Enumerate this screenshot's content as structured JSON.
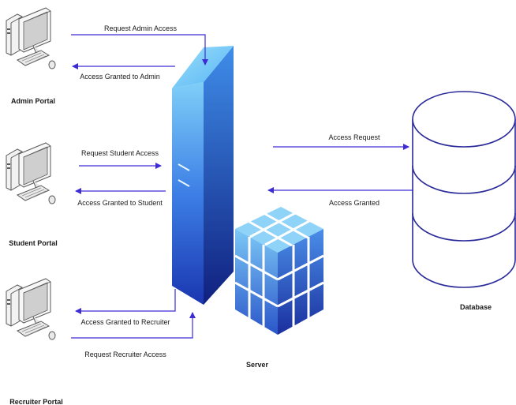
{
  "nodes": {
    "admin_portal": "Admin Portal",
    "student_portal": "Student Portal",
    "recruiter_portal": "Recruiter Portal",
    "server": "Server",
    "database": "Database"
  },
  "edges": {
    "request_admin": "Request Admin Access",
    "granted_admin": "Access Granted to Admin",
    "request_student": "Request Student Access",
    "granted_student": "Access Granted to Student",
    "granted_recruiter": "Access Granted to Recruiter",
    "request_recruiter": "Request Recruiter Access",
    "access_request": "Access Request",
    "access_granted": "Access Granted"
  },
  "colors": {
    "edge": "#3d2bd6",
    "server_light": "#6ec6f7",
    "server_dark": "#1a2f9e"
  },
  "icons": {
    "portal": "desktop-computer-icon",
    "server": "server-tower-icon",
    "storage": "storage-cube-icon",
    "database": "database-cylinder-icon"
  }
}
